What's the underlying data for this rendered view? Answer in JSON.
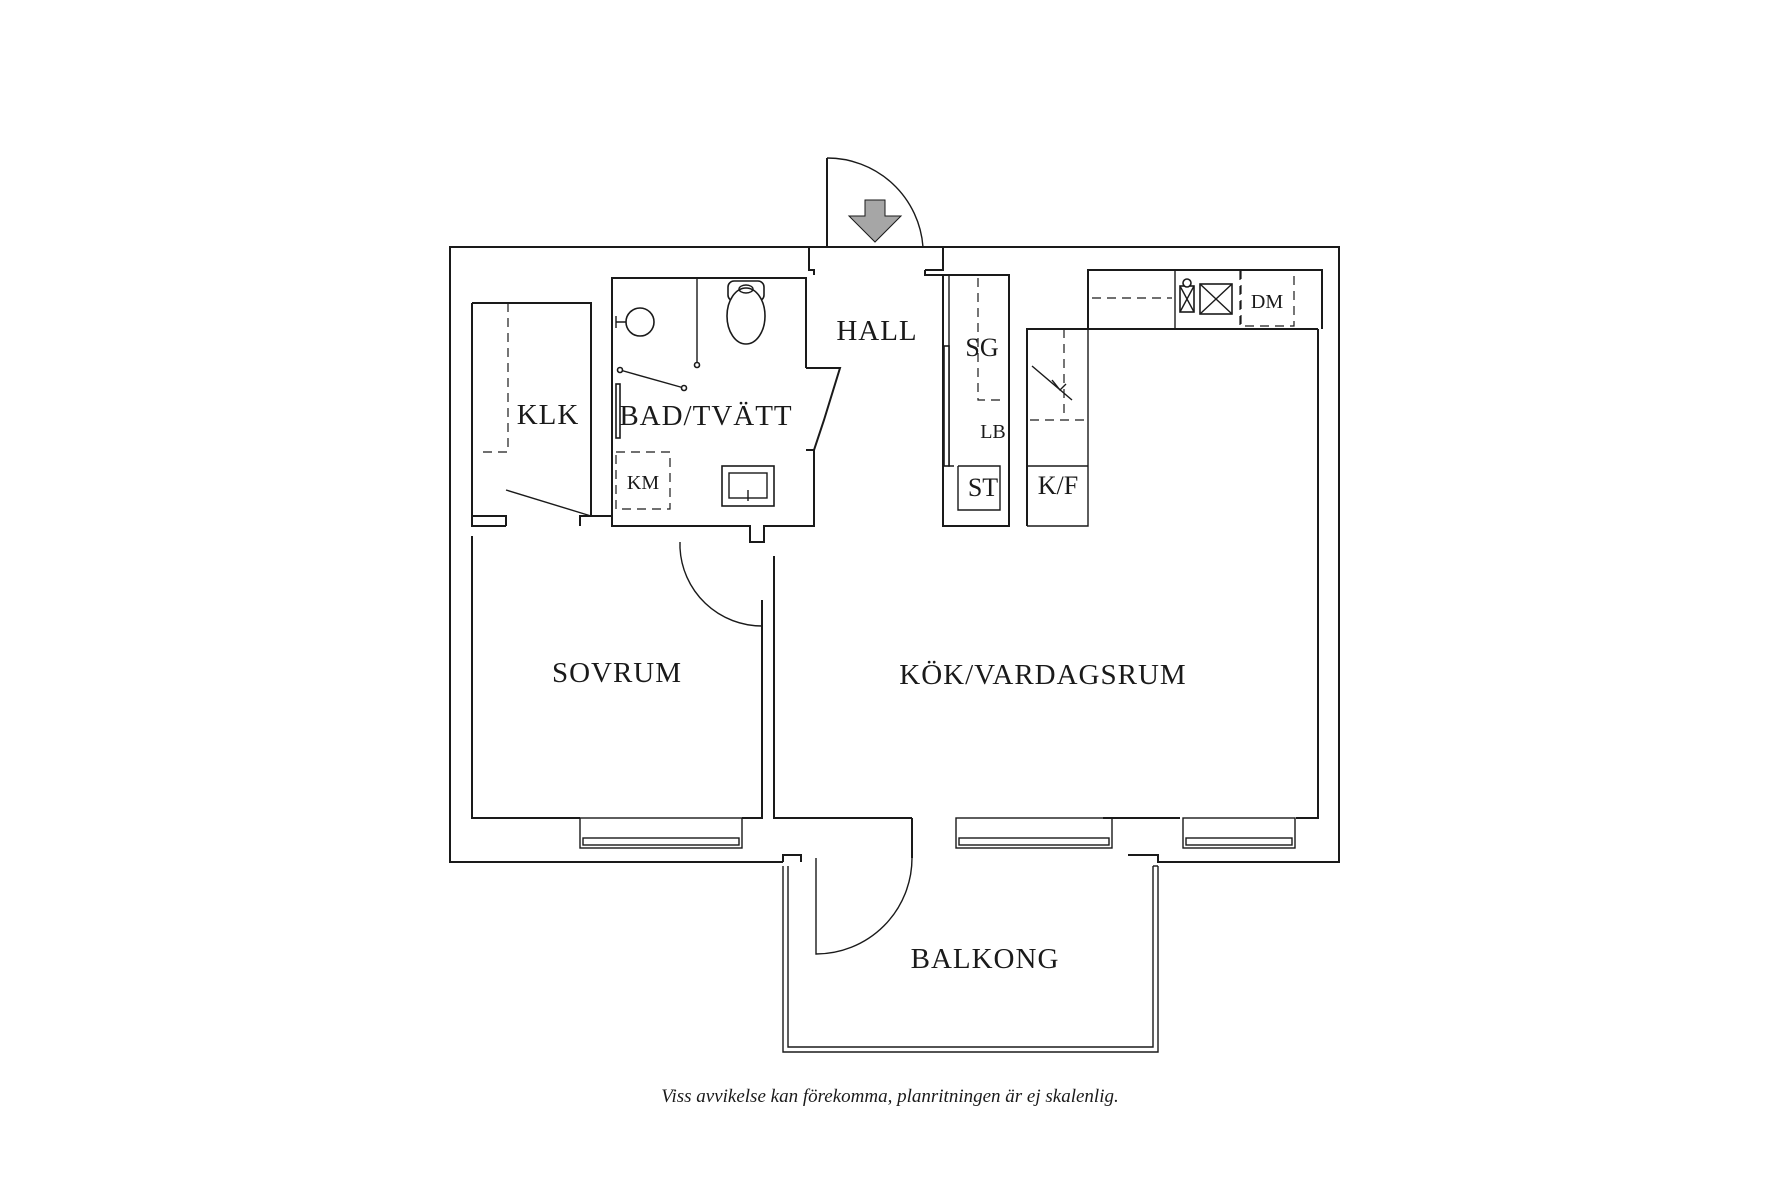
{
  "plan": {
    "rooms": {
      "hall": "HALL",
      "bad_tvatt": "BAD/TVÄTT",
      "klk": "KLK",
      "sovrum": "SOVRUM",
      "kok_vardagsrum": "KÖK/VARDAGSRUM",
      "balkong": "BALKONG"
    },
    "fixtures": {
      "sg": "SG",
      "lb": "LB",
      "st": "ST",
      "kf": "K/F",
      "dm": "DM",
      "km": "KM"
    },
    "line_color": "#1a1a1a",
    "entrance_arrow_color": "#a6a6a6"
  },
  "disclaimer": "Viss avvikelse kan förekomma, planritningen är ej skalenlig."
}
